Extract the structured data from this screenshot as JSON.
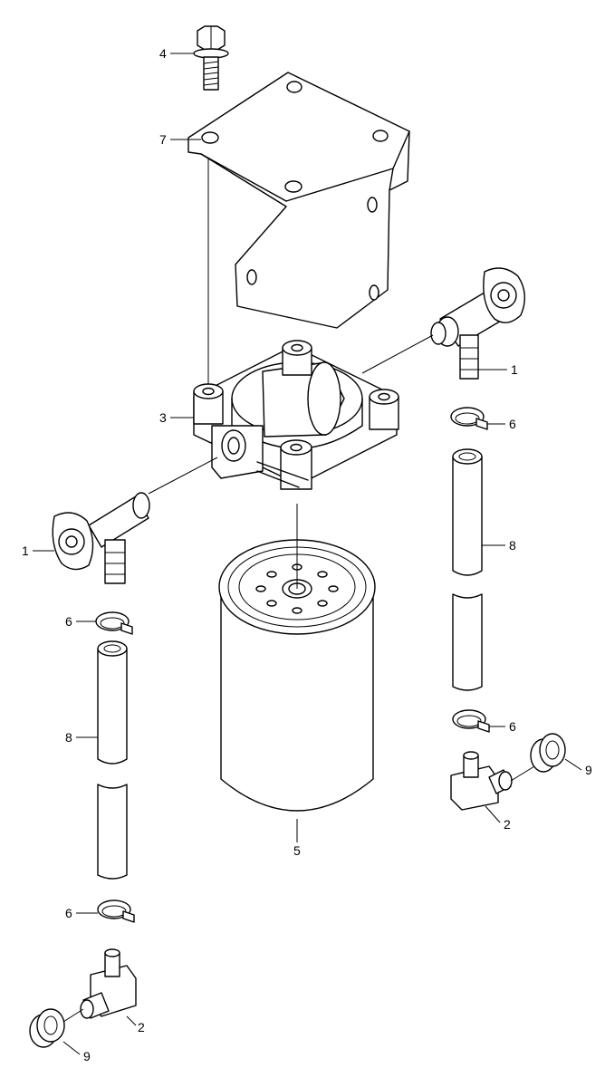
{
  "callouts": [
    {
      "id": "c4",
      "text": "4"
    },
    {
      "id": "c7",
      "text": "7"
    },
    {
      "id": "c3",
      "text": "3"
    },
    {
      "id": "c1r",
      "text": "1"
    },
    {
      "id": "c6r1",
      "text": "6"
    },
    {
      "id": "c8r",
      "text": "8"
    },
    {
      "id": "c6r2",
      "text": "6"
    },
    {
      "id": "c9r",
      "text": "9"
    },
    {
      "id": "c2r",
      "text": "2"
    },
    {
      "id": "c1l",
      "text": "1"
    },
    {
      "id": "c6l1",
      "text": "6"
    },
    {
      "id": "c8l",
      "text": "8"
    },
    {
      "id": "c6l2",
      "text": "6"
    },
    {
      "id": "c2l",
      "text": "2"
    },
    {
      "id": "c9l",
      "text": "9"
    },
    {
      "id": "c5",
      "text": "5"
    }
  ]
}
